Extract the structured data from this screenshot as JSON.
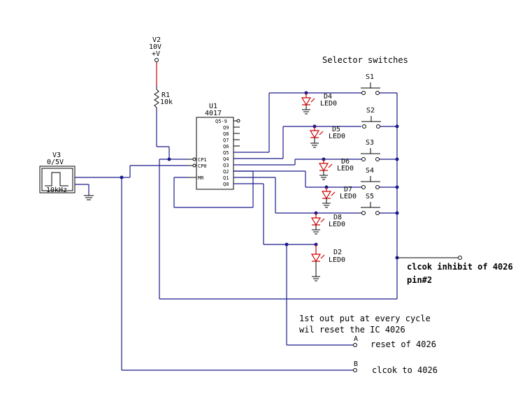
{
  "components": {
    "v2": {
      "name": "V2",
      "value": "10V",
      "symbol": "+V"
    },
    "r1": {
      "name": "R1",
      "value": "10k"
    },
    "u1": {
      "name": "U1",
      "part": "4017",
      "left_pins": [
        "CP1",
        "CP0",
        "MR"
      ],
      "right_pins": [
        "Q5-9",
        "Q9",
        "Q8",
        "Q7",
        "Q6",
        "Q5",
        "Q4",
        "Q3",
        "Q2",
        "Q1",
        "Q0"
      ]
    },
    "v3": {
      "name": "V3",
      "value": "0/5V",
      "freq": "10kHz"
    },
    "leds": [
      {
        "name": "D4",
        "type": "LED0"
      },
      {
        "name": "D5",
        "type": "LED0"
      },
      {
        "name": "D6",
        "type": "LED0"
      },
      {
        "name": "D7",
        "type": "LED0"
      },
      {
        "name": "D8",
        "type": "LED0"
      },
      {
        "name": "D2",
        "type": "LED0"
      }
    ],
    "switches": [
      "S1",
      "S2",
      "S3",
      "S4",
      "S5"
    ]
  },
  "labels": {
    "selector_title": "Selector switches",
    "clock_inhibit_1": "clcok inhibit of 4026",
    "clock_inhibit_2": "pin#2",
    "note_1": "1st out put at every cycle",
    "note_2": "wil reset the IC 4026",
    "terminal_a": "A",
    "reset_label": "reset of 4026",
    "terminal_b": "B",
    "clock_label": "clcok to 4026"
  }
}
